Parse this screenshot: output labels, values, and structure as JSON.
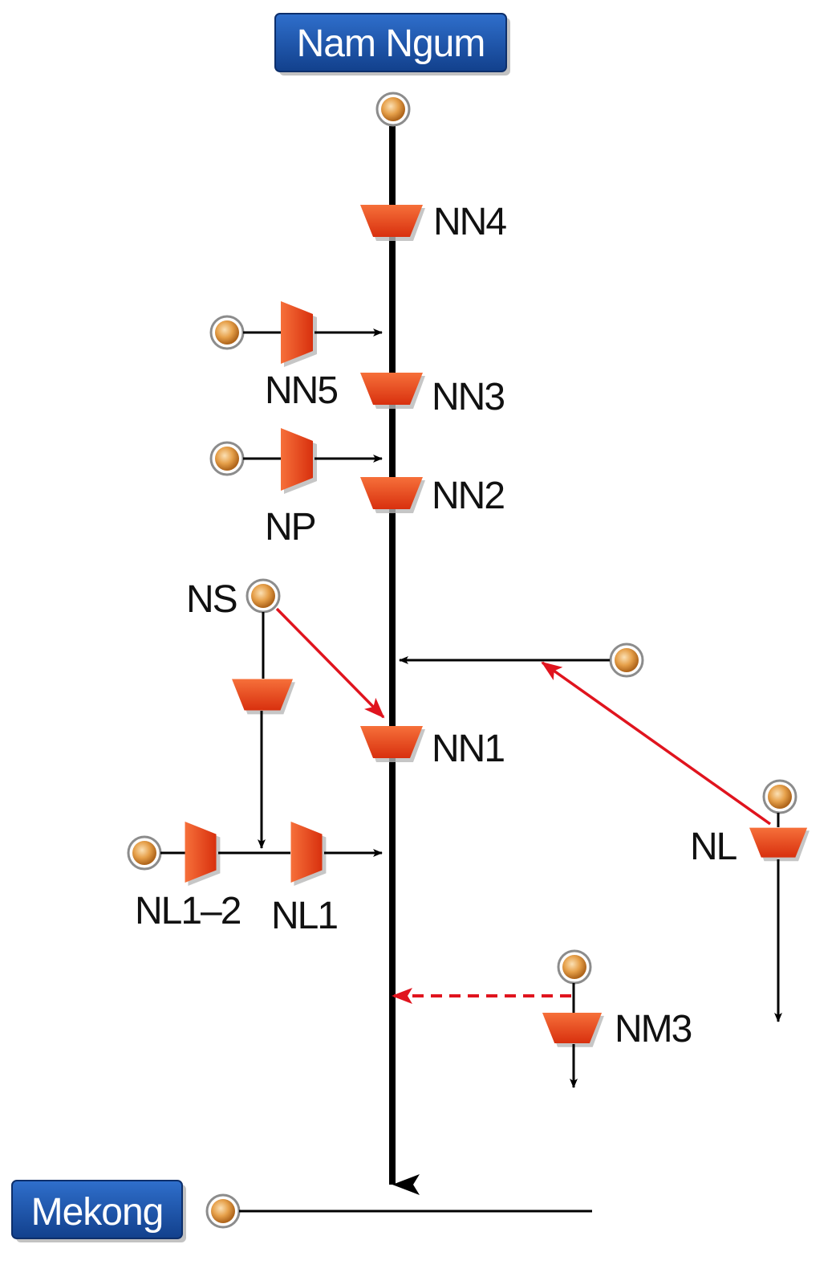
{
  "diagram": {
    "source_label": "Nam Ngum",
    "outlet_label": "Mekong",
    "dams": {
      "nn4": "NN4",
      "nn5": "NN5",
      "nn3": "NN3",
      "np": "NP",
      "nn2": "NN2",
      "ns": "NS",
      "nn1": "NN1",
      "nl12": "NL1–2",
      "nl1": "NL1",
      "nl": "NL",
      "nm3": "NM3"
    },
    "colors": {
      "label_box": "#1a52a8",
      "dam_fill": "#e8451a",
      "node": "#e6a04a",
      "transfer": "#e0141e",
      "river": "#000000"
    }
  }
}
